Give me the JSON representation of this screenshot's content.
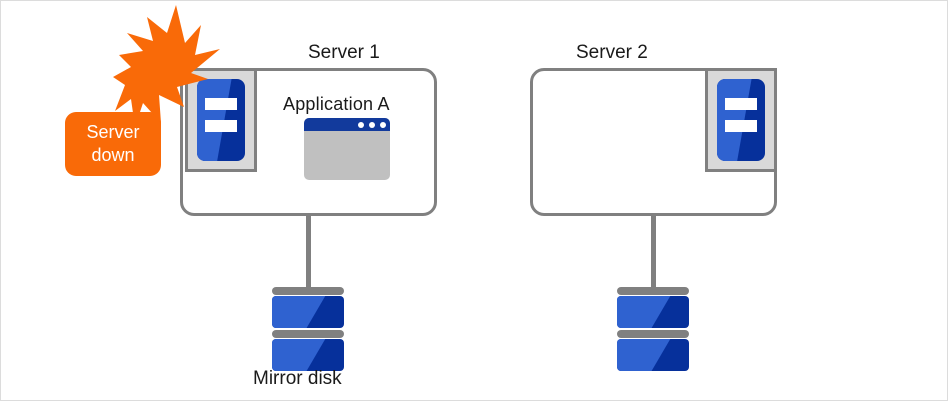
{
  "diagram": {
    "title_alt": "Two-node mirror disk cluster with Server 1 failure",
    "background_color": "#ffffff",
    "border_color": "#dcdcdc"
  },
  "nodes": {
    "server1": {
      "label": "Server 1",
      "application": {
        "label": "Application A",
        "window_icon": "application-window-icon",
        "titlebar_color": "#123a9c",
        "body_color": "#c0c0c0",
        "dot_count": 3
      },
      "machine_icon": "server-machine-icon",
      "status": "down"
    },
    "server2": {
      "label": "Server 2",
      "machine_icon": "server-machine-icon",
      "status": "standby"
    }
  },
  "storage": {
    "label": "Mirror disk",
    "disk_icon": "disk-stack-icon",
    "platters_per_stack": 2
  },
  "alert": {
    "badge_line1": "Server",
    "badge_line2": "down",
    "badge_color": "#f96a08",
    "badge_text_color": "#ffffff",
    "bolt_icon": "lightning-bolt-icon",
    "bolt_color": "#f96a08"
  },
  "colors": {
    "server_box_border": "#808080",
    "connector": "#808080",
    "icon_blue_light": "#2f62d0",
    "icon_blue_dark": "#06309b",
    "icon_frame_fill": "#d9d9d9",
    "icon_frame_border": "#808080",
    "text": "#1a1a1a"
  }
}
